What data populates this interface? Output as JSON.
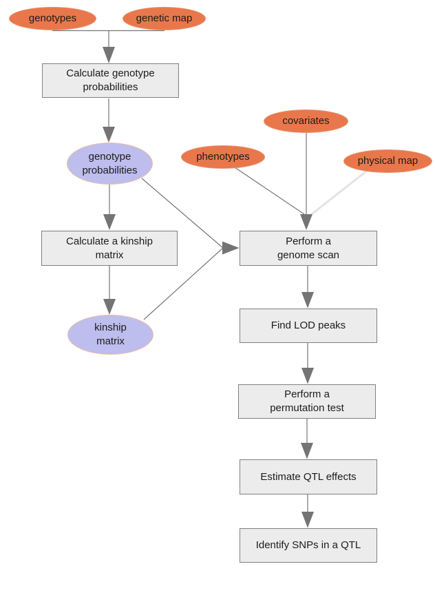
{
  "colors": {
    "background": "#ffffff",
    "input_node_fill": "#e8784c",
    "input_node_border": "#eb9271",
    "derived_node_fill": "#bdbdee",
    "derived_node_border": "#f0bda4",
    "process_box_fill": "#ececec",
    "process_box_border": "#7f7f7f",
    "edge": "#747474",
    "edge_faded": "#e3e3e3",
    "text": "#1b1b1b"
  },
  "nodes": {
    "genotypes": {
      "shape": "ellipse",
      "category": "input-data",
      "lines": [
        "genotypes"
      ]
    },
    "genetic_map": {
      "shape": "ellipse",
      "category": "input-data",
      "lines": [
        "genetic map"
      ]
    },
    "calc_genoprob": {
      "shape": "box",
      "category": "process-step",
      "lines": [
        "Calculate genotype",
        "probabilities"
      ]
    },
    "genotype_probabilities": {
      "shape": "ellipse",
      "category": "derived-data",
      "lines": [
        "genotype",
        "probabilities"
      ]
    },
    "covariates": {
      "shape": "ellipse",
      "category": "input-data",
      "lines": [
        "covariates"
      ]
    },
    "phenotypes": {
      "shape": "ellipse",
      "category": "input-data",
      "lines": [
        "phenotypes"
      ]
    },
    "physical_map": {
      "shape": "ellipse",
      "category": "input-data",
      "lines": [
        "physical map"
      ]
    },
    "calc_kinship": {
      "shape": "box",
      "category": "process-step",
      "lines": [
        "Calculate a kinship",
        "matrix"
      ]
    },
    "kinship_matrix": {
      "shape": "ellipse",
      "category": "derived-data",
      "lines": [
        "kinship",
        "matrix"
      ]
    },
    "genome_scan": {
      "shape": "box",
      "category": "process-step",
      "lines": [
        "Perform a",
        "genome scan"
      ]
    },
    "find_lod_peaks": {
      "shape": "box",
      "category": "process-step",
      "lines": [
        "Find LOD peaks"
      ]
    },
    "permutation_test": {
      "shape": "box",
      "category": "process-step",
      "lines": [
        "Perform a",
        "permutation test"
      ]
    },
    "estimate_qtl_effects": {
      "shape": "box",
      "category": "process-step",
      "lines": [
        "Estimate QTL effects"
      ]
    },
    "identify_snps": {
      "shape": "box",
      "category": "process-step",
      "lines": [
        "Identify SNPs in a QTL"
      ]
    }
  },
  "edges": [
    {
      "from": "genotypes",
      "to": "calc_genoprob",
      "style": "solid"
    },
    {
      "from": "genetic_map",
      "to": "calc_genoprob",
      "style": "solid"
    },
    {
      "from": "calc_genoprob",
      "to": "genotype_probabilities",
      "style": "solid"
    },
    {
      "from": "genotype_probabilities",
      "to": "calc_kinship",
      "style": "solid"
    },
    {
      "from": "calc_kinship",
      "to": "kinship_matrix",
      "style": "solid"
    },
    {
      "from": "genotype_probabilities",
      "to": "genome_scan",
      "style": "solid"
    },
    {
      "from": "kinship_matrix",
      "to": "genome_scan",
      "style": "solid"
    },
    {
      "from": "phenotypes",
      "to": "genome_scan",
      "style": "solid"
    },
    {
      "from": "covariates",
      "to": "genome_scan",
      "style": "solid"
    },
    {
      "from": "physical_map",
      "to": "genome_scan",
      "style": "faded"
    },
    {
      "from": "genome_scan",
      "to": "find_lod_peaks",
      "style": "solid"
    },
    {
      "from": "find_lod_peaks",
      "to": "permutation_test",
      "style": "solid"
    },
    {
      "from": "permutation_test",
      "to": "estimate_qtl_effects",
      "style": "solid"
    },
    {
      "from": "estimate_qtl_effects",
      "to": "identify_snps",
      "style": "solid"
    }
  ]
}
